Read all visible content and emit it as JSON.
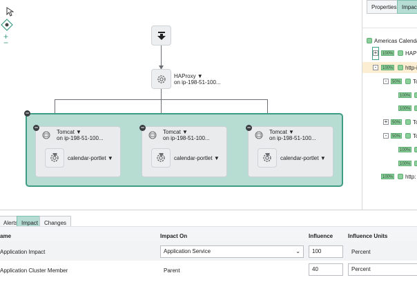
{
  "canvas": {
    "top_node": {
      "icon": "download-arrow-icon"
    },
    "haproxy": {
      "name": "HAProxy",
      "host": "on ip-198-51-100..."
    },
    "cluster_toggle": "−",
    "tomcats": [
      {
        "name": "Tomcat",
        "host": "on ip-198-51-100...",
        "child": "calendar-portlet"
      },
      {
        "name": "Tomcat",
        "host": "on ip-198-51-100...",
        "child": "calendar-portlet"
      },
      {
        "name": "Tomcat",
        "host": "on ip-198-51-100...",
        "child": "calendar-portlet"
      }
    ],
    "zoom_in": "+",
    "zoom_out": "−"
  },
  "right_panel": {
    "tabs": [
      {
        "label": "Properties"
      },
      {
        "label": "Impact T"
      }
    ],
    "root": "Americas Calenda",
    "rows": [
      {
        "toggle": "+",
        "pct": "100%",
        "label": "HAPro"
      },
      {
        "toggle": "-",
        "pct": "100%",
        "label": "http-i"
      },
      {
        "toggle": "-",
        "pct": "50%",
        "label": "To"
      },
      {
        "toggle": "",
        "pct": "100%",
        "label": ""
      },
      {
        "toggle": "",
        "pct": "100%",
        "label": ""
      },
      {
        "toggle": "+",
        "pct": "50%",
        "label": "To"
      },
      {
        "toggle": "-",
        "pct": "50%",
        "label": "To"
      },
      {
        "toggle": "",
        "pct": "100%",
        "label": ""
      },
      {
        "toggle": "",
        "pct": "100%",
        "label": ""
      },
      {
        "toggle": "",
        "pct": "100%",
        "label": "http:"
      }
    ]
  },
  "bottom": {
    "tabs": [
      {
        "label": "Alerts"
      },
      {
        "label": "Impact"
      },
      {
        "label": "Changes"
      }
    ],
    "headers": {
      "name": "ame",
      "impact_on": "Impact On",
      "influence": "Influence",
      "units": "Influence Units"
    },
    "rows": [
      {
        "name": "Application Impact",
        "impact_on": "Application Service",
        "influence": "100",
        "units": "Percent"
      },
      {
        "name": "Application Cluster Member",
        "impact_on": "Parent",
        "influence": "40",
        "units": "Percent"
      }
    ]
  }
}
